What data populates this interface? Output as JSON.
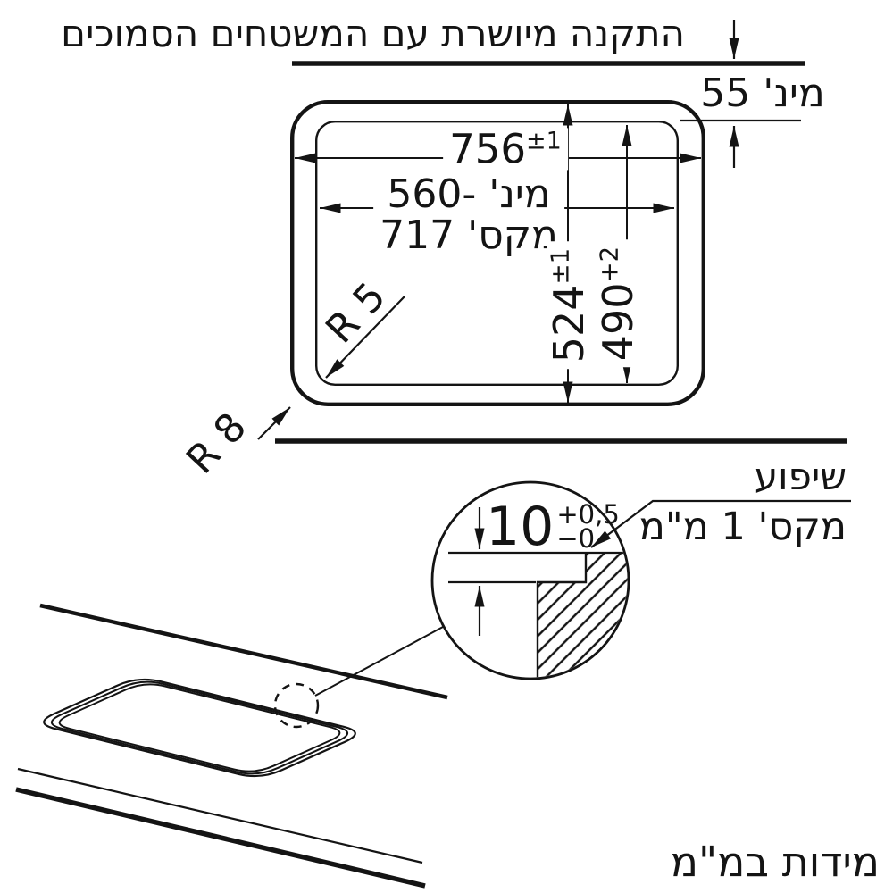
{
  "colors": {
    "ink": "#141414",
    "background": "#ffffff"
  },
  "title": "התקנה מיושרת עם המשטחים הסמוכים",
  "dimensions": {
    "top_clearance": {
      "label": "מינ'",
      "value": "55"
    },
    "outer_width": {
      "value": "756",
      "tolerance": "±1"
    },
    "inner_width": {
      "min_label": "מינ'",
      "min_value": "560-",
      "max_label": "מקס'",
      "max_value": "717"
    },
    "outer_height": {
      "value": "524",
      "tolerance": "±1"
    },
    "inner_height": {
      "value": "490",
      "tolerance": "+2"
    },
    "corner_radius_inner": "R 5",
    "corner_radius_outer": "R 8"
  },
  "detail_view": {
    "depth": {
      "value": "10",
      "tolerance_plus": "+0,5",
      "tolerance_minus": "−0"
    },
    "slope_title": "שיפוע",
    "slope_value": "מקס' 1 מ\"מ"
  },
  "footer_note": "מידות במ\"מ"
}
